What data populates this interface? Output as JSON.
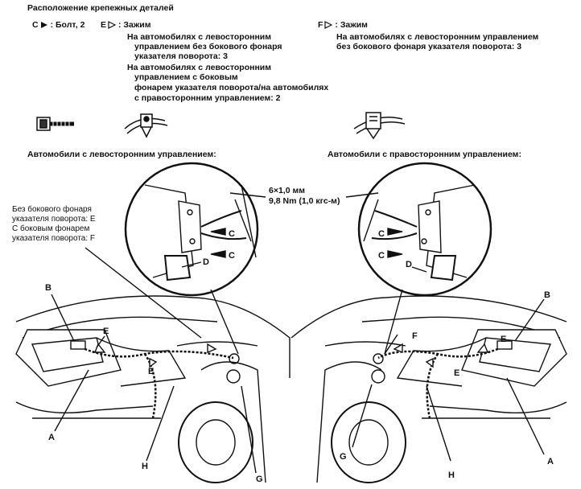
{
  "title": "Расположение крепежных деталей",
  "legend": {
    "c": {
      "letter": "C",
      "text": ": Болт, 2"
    },
    "e": {
      "letter": "E",
      "heading": ": Зажим",
      "lines": [
        "На автомобилях с левосторонним",
        "управлением без бокового фонаря",
        "указателя поворота: 3",
        "На автомобилях с левосторонним",
        "управлением с боковым",
        "фонарем указателя поворота/на автомобилях",
        "с правосторонним управлением: 2"
      ]
    },
    "f": {
      "letter": "F",
      "heading": ": Зажим",
      "lines": [
        "На автомобилях с левосторонним управлением",
        "без бокового фонаря указателя поворота: 3"
      ]
    }
  },
  "section_titles": {
    "left": "Автомобили с левосторонним управлением:",
    "right": "Автомобили с правосторонним управлением:"
  },
  "torque": {
    "size": "6×1,0 мм",
    "value": "9,8 Nm (1,0 кгс-м)"
  },
  "note": {
    "lines": [
      "Без бокового фонаря",
      "указателя поворота: E",
      "С боковым фонарем",
      "указателя поворота: F"
    ]
  },
  "callouts": {
    "left_zoom": [
      "C",
      "C",
      "D"
    ],
    "right_zoom": [
      "C",
      "C",
      "D"
    ],
    "left_car": [
      "B",
      "E",
      "E",
      "A",
      "H",
      "G"
    ],
    "right_car": [
      "B",
      "F",
      "E",
      "E",
      "G",
      "H",
      "A"
    ]
  }
}
